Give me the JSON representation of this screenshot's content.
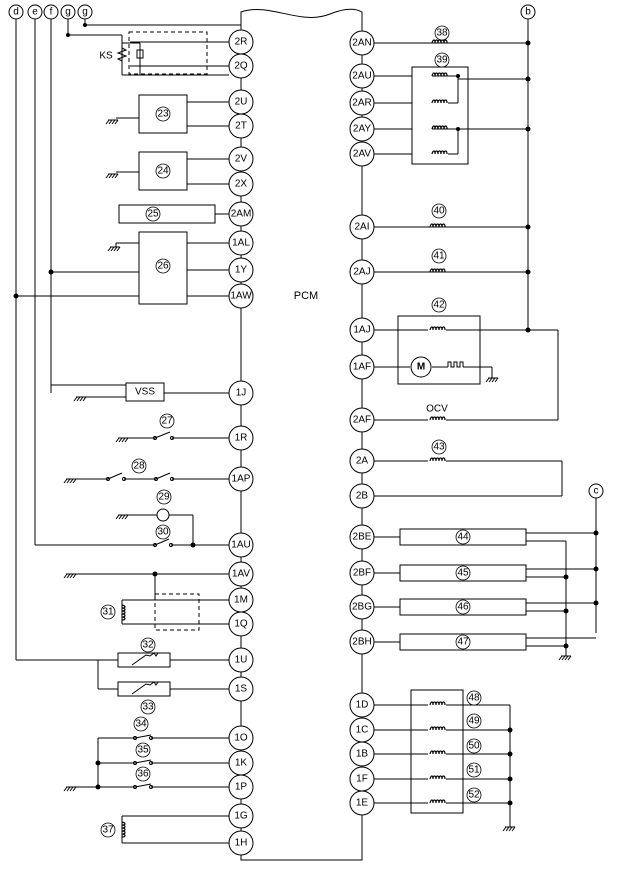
{
  "connectors_top": [
    "d",
    "e",
    "f",
    "g"
  ],
  "connector_b": "b",
  "connector_c": "c",
  "pcm_label": "PCM",
  "ks_label": "KS",
  "vss_label": "VSS",
  "ocv_label": "OCV",
  "left_pins": [
    "2R",
    "2Q",
    "2U",
    "2T",
    "2V",
    "2X",
    "2AM",
    "1AL",
    "1Y",
    "1AW",
    "1J",
    "1R",
    "1AP",
    "1AU",
    "1AV",
    "1M",
    "1Q",
    "1U",
    "1S",
    "1O",
    "1K",
    "1P",
    "1G",
    "1H"
  ],
  "right_pins": [
    "2AN",
    "2AU",
    "2AR",
    "2AY",
    "2AV",
    "2AI",
    "2AJ",
    "1AJ",
    "1AF",
    "2AF",
    "2A",
    "2B",
    "2BE",
    "2BF",
    "2BG",
    "2BH",
    "1D",
    "1C",
    "1B",
    "1F",
    "1E"
  ],
  "component_numbers": [
    "23",
    "24",
    "25",
    "26",
    "27",
    "28",
    "29",
    "30",
    "31",
    "32",
    "33",
    "34",
    "35",
    "36",
    "37",
    "38",
    "39",
    "40",
    "41",
    "42",
    "43",
    "44",
    "45",
    "46",
    "47",
    "48",
    "49",
    "50",
    "51",
    "52"
  ],
  "motor_label": "M"
}
